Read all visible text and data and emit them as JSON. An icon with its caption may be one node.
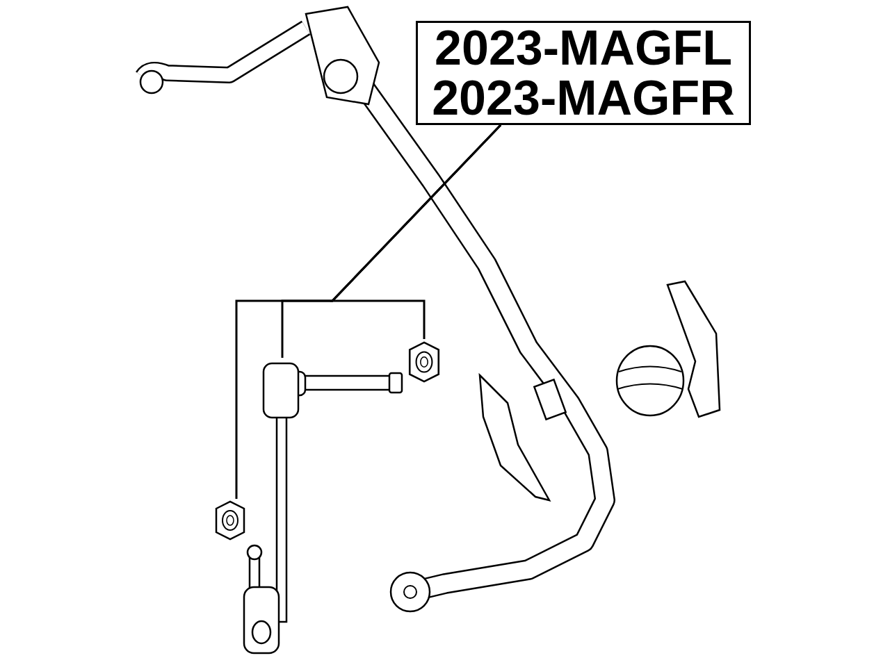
{
  "diagram": {
    "nodes": [
      {
        "text": [
          "2023-MAGFL",
          "2023-MAGFR"
        ]
      },
      {
        "text": [],
        "shape": "picture"
      },
      {
        "text": [],
        "shape": "picture"
      },
      {
        "text": [],
        "shape": "picture"
      }
    ],
    "edges": [
      {
        "from": 0,
        "to": 1,
        "arrow": "none"
      },
      {
        "from": 0,
        "to": 2,
        "arrow": "none"
      },
      {
        "from": 0,
        "to": 3,
        "arrow": "none"
      }
    ]
  }
}
